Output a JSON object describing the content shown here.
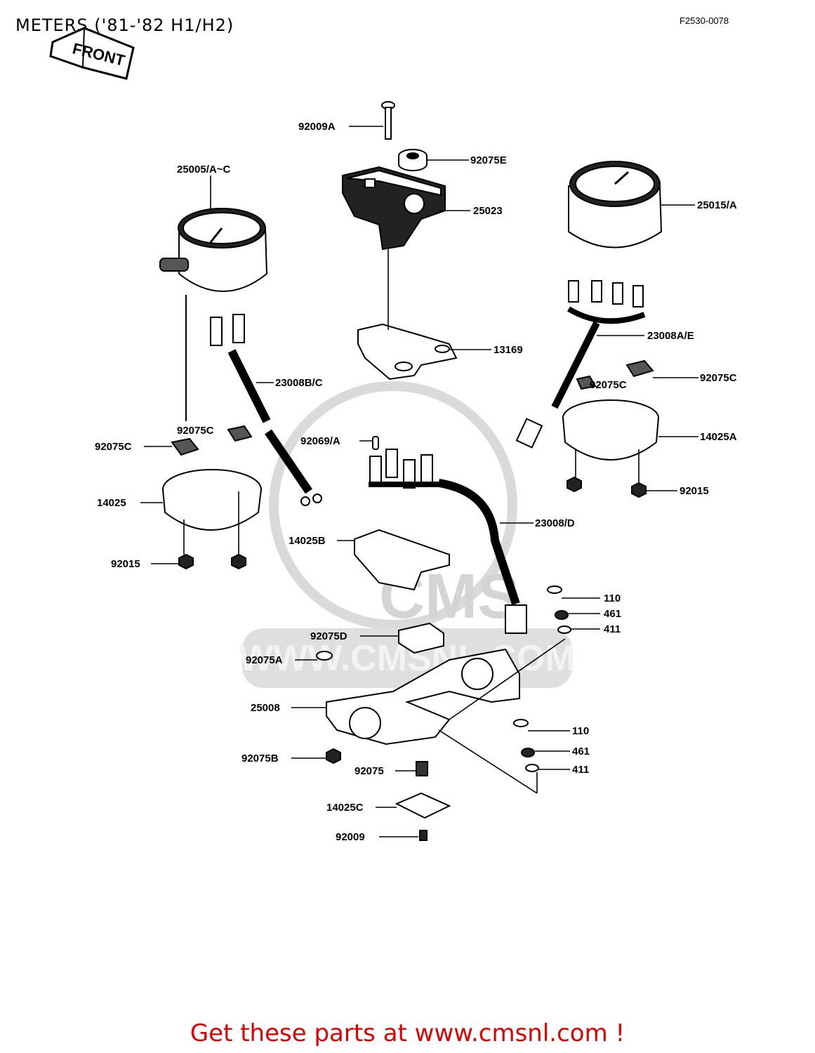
{
  "header": {
    "title": "METERS ('81-'82 H1/H2)",
    "figure_code": "F2530-0078",
    "front_badge": "FRONT"
  },
  "watermark": {
    "text": "WWW.CMSNL.COM",
    "logo_text": "CMS"
  },
  "callouts": {
    "screw_top": "92009A",
    "grommet_top": "92075E",
    "bracket_center": "25023",
    "speedometer": "25005/A~C",
    "tachometer": "25015/A",
    "bracket_lower": "13169",
    "harness_right": "23008A/E",
    "harness_left": "23008B/C",
    "damper_right_a": "92075C",
    "damper_right_b": "92075C",
    "damper_left_a": "92075C",
    "damper_left_b": "92075C",
    "cover_right": "14025A",
    "cover_left": "14025",
    "bulb": "92069/A",
    "nut_right": "92015",
    "nut_left": "92015",
    "harness_center": "23008/D",
    "cover_center": "14025B",
    "bolt_upper": "110",
    "lockwasher_upper": "461",
    "washer_upper": "411",
    "pad": "92075D",
    "grommet_a": "92075A",
    "bracket_base": "25008",
    "bolt_lower": "110",
    "lockwasher_lower": "461",
    "washer_lower": "411",
    "nut_b": "92075B",
    "grommet_bottom": "92075",
    "cover_bottom": "14025C",
    "screw_bottom": "92009"
  },
  "footer": {
    "link_text": "Get these parts at www.cmsnl.com !"
  },
  "colors": {
    "line": "#000000",
    "footer_text": "#e00000",
    "watermark": "#d6d6d6"
  },
  "icons": [
    "front-arrow-icon",
    "speedometer-icon",
    "tachometer-icon"
  ]
}
